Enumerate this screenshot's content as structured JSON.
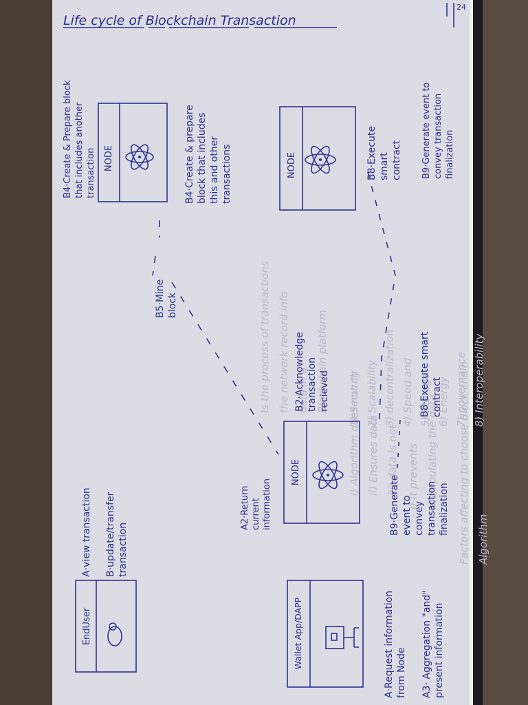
{
  "title": "Life cycle of Blockchain Transaction",
  "page_number": "24",
  "colors": {
    "ink": "#2a2f8c",
    "paper": "#dcdde4",
    "bleed": "#b9b6c8",
    "background": "#4a3e36"
  },
  "actors": {
    "end_user": {
      "label": "EndUser",
      "icon": "person-icon"
    },
    "wallet": {
      "label": "Wallet App/DAPP",
      "icon": "computer-icon"
    },
    "node_1": {
      "label": "NODE",
      "icon": "atom-icon"
    },
    "node_2": {
      "label": "NODE",
      "icon": "atom-icon"
    },
    "node_3": {
      "label": "NODE",
      "icon": "atom-icon"
    }
  },
  "end_user_steps": {
    "a": "A·view transaction",
    "b_line1": "B·update/transfer",
    "b_line2": "transaction"
  },
  "wallet_steps": {
    "a1_line1": "A·Request information",
    "a1_line2": "from Node",
    "a3_line1": "A3· Aggregation \"and\"",
    "a3_line2": "present information"
  },
  "node1_steps": {
    "a2_line1": "A2·Return",
    "a2_line2": "current",
    "a2_line3": "information",
    "b9_line1": "B9·Generate",
    "b9_line2": "event to",
    "b9_line3": "convey",
    "b9_line4": "transaction",
    "b9_line5": "finalization"
  },
  "middle_steps": {
    "b2_line1": "B2·Acknowledge",
    "b2_line2": "transaction",
    "b2_line3": "recieved",
    "b5_line1": "B5·Mine",
    "b5_line2": "block",
    "b8_line1": "B8·Execute smart",
    "b8_line2": "contract"
  },
  "node2_steps": {
    "b4_line1": "B4·Create & Prepare block",
    "b4_line2": "that includes another",
    "b4_line3": "transaction",
    "b4b_line1": "B4·Create & prepare",
    "b4b_line2": "block that includes",
    "b4b_line3": "this and other",
    "b4b_line4": "transactions"
  },
  "node3_steps": {
    "b8_line1": "B8·Execute",
    "b8_line2": "smart",
    "b8_line3": "contract",
    "b9_line1": "B9·Generate event to",
    "b9_line2": "convey transaction",
    "b9_line3": "finalization"
  },
  "bleed_through": {
    "l1": "Is the process of transactions",
    "l2": "the network record info",
    "l3": "data in a",
    "l4": "Blockchain platform",
    "l5": "I) Algorithm does not ch",
    "l6": "ii) Ensures data",
    "l7": "iii) data is not",
    "l8": "I) it prevents",
    "l9": "manipulating the data",
    "l10": "Factors affecting to choose Block chain",
    "l11": "Algorithm",
    "l12": "1) Security",
    "l13": "2) Scalability",
    "l14": "3) decentralization",
    "l15": "4) Speed and",
    "l16": "5) Storage",
    "l17": "6) Energy",
    "l18": "7) governance",
    "l19": "8) Interoperability"
  }
}
